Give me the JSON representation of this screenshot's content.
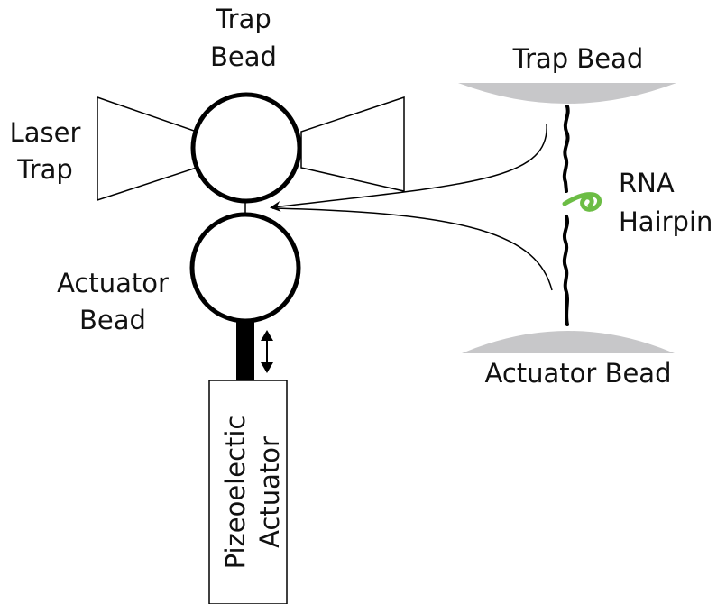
{
  "labels": {
    "trap_bead_left_line1": "Trap",
    "trap_bead_left_line2": "Bead",
    "laser_trap_line1": "Laser",
    "laser_trap_line2": "Trap",
    "actuator_bead_left_line1": "Actuator",
    "actuator_bead_left_line2": "Bead",
    "piezo_line1": "Pizeoelectic",
    "piezo_line2": "Actuator",
    "trap_bead_right": "Trap Bead",
    "rna_line1": "RNA",
    "rna_line2": "Hairpin",
    "actuator_bead_right": "Actuator Bead"
  },
  "colors": {
    "ink": "#000000",
    "bead_fill": "#c7c7c9",
    "hairpin": "#6cbd45"
  }
}
